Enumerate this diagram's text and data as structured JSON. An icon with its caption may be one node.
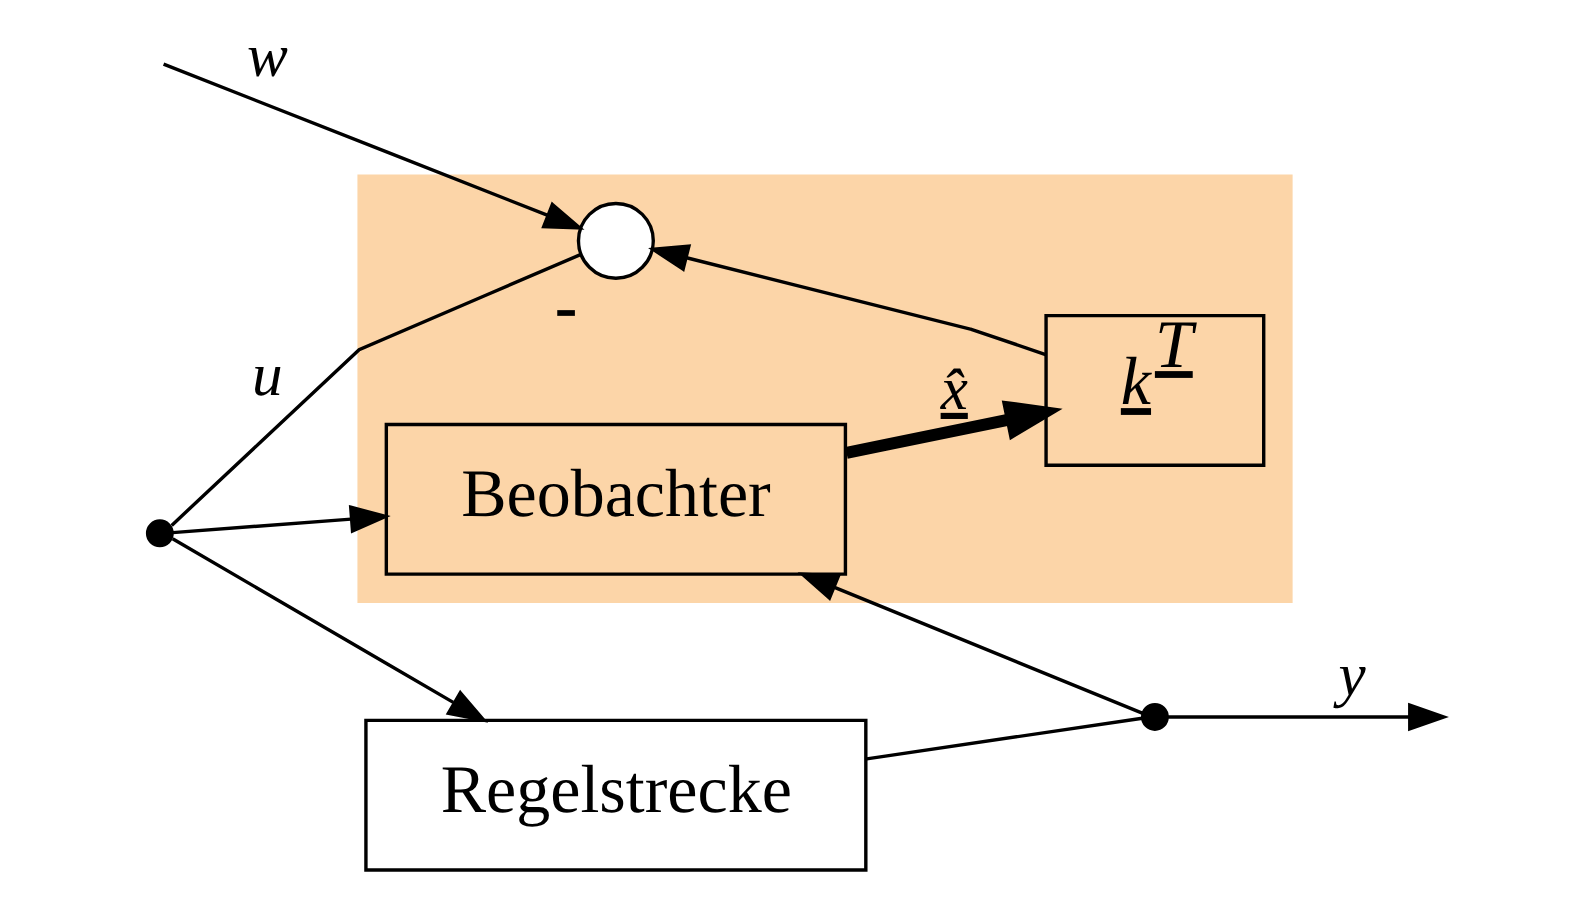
{
  "diagram": {
    "nodes": [
      {
        "text": [],
        "shape": "box"
      },
      {
        "text": [],
        "shape": "circle",
        "in": 0,
        "beside": [
          "-"
        ]
      },
      {
        "text": [
          "Regelstrecke"
        ]
      },
      {
        "text": [],
        "shape": "dot"
      },
      {
        "text": [],
        "shape": "dot"
      },
      {
        "text": [
          "Beobachter"
        ],
        "in": 0
      },
      {
        "text": [
          "k$^{T}$"
        ],
        "in": 0
      }
    ],
    "edges": [
      {
        "from": null,
        "to": 1,
        "arrow": "to",
        "label": "w"
      },
      {
        "from": 1,
        "to": 3,
        "arrow": "none",
        "label": "u"
      },
      {
        "from": 3,
        "to": 2,
        "arrow": "to"
      },
      {
        "from": 2,
        "to": 4,
        "arrow": "none"
      },
      {
        "from": 4,
        "to": null,
        "arrow": "to",
        "label": "y"
      },
      {
        "from": 3,
        "to": 5,
        "arrow": "to"
      },
      {
        "from": 4,
        "to": 5,
        "arrow": "to"
      },
      {
        "from": 5,
        "to": 6,
        "arrow": "to",
        "label": "x̂",
        "style": "thick"
      },
      {
        "from": 6,
        "to": 1,
        "arrow": "to"
      }
    ]
  }
}
